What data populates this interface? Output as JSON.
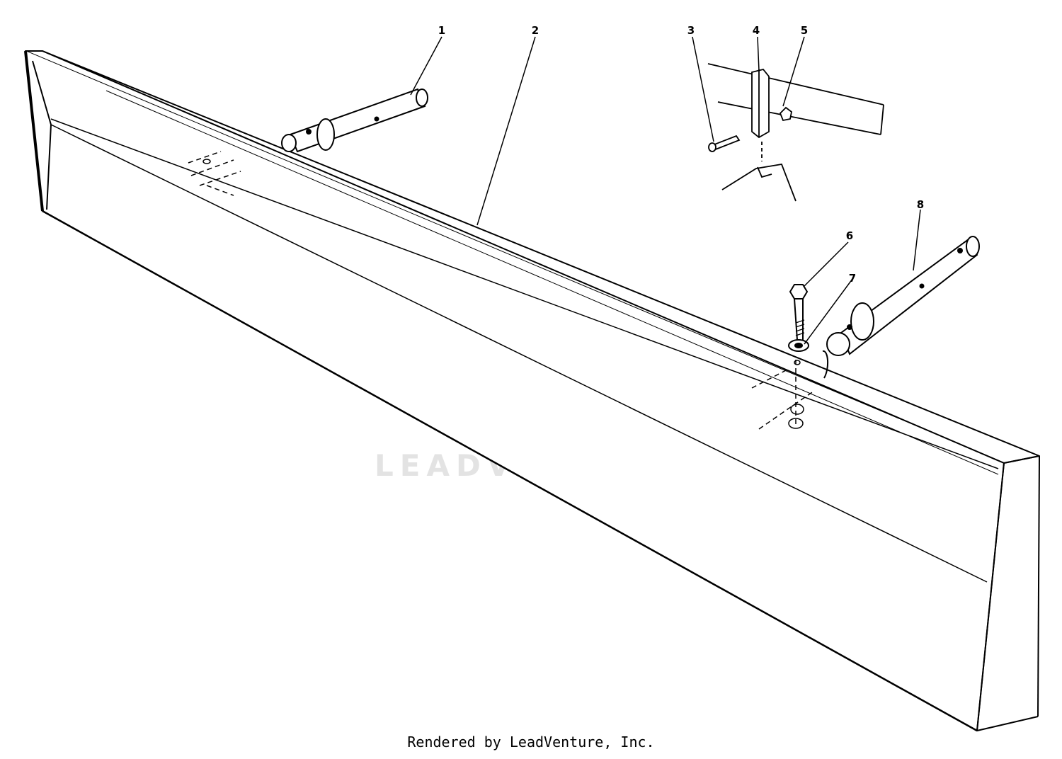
{
  "watermark": {
    "brand": "LEADVENTURE"
  },
  "callouts": [
    "1",
    "2",
    "3",
    "4",
    "5",
    "6",
    "7",
    "8"
  ],
  "footer": {
    "text": "Rendered by LeadVenture, Inc."
  }
}
